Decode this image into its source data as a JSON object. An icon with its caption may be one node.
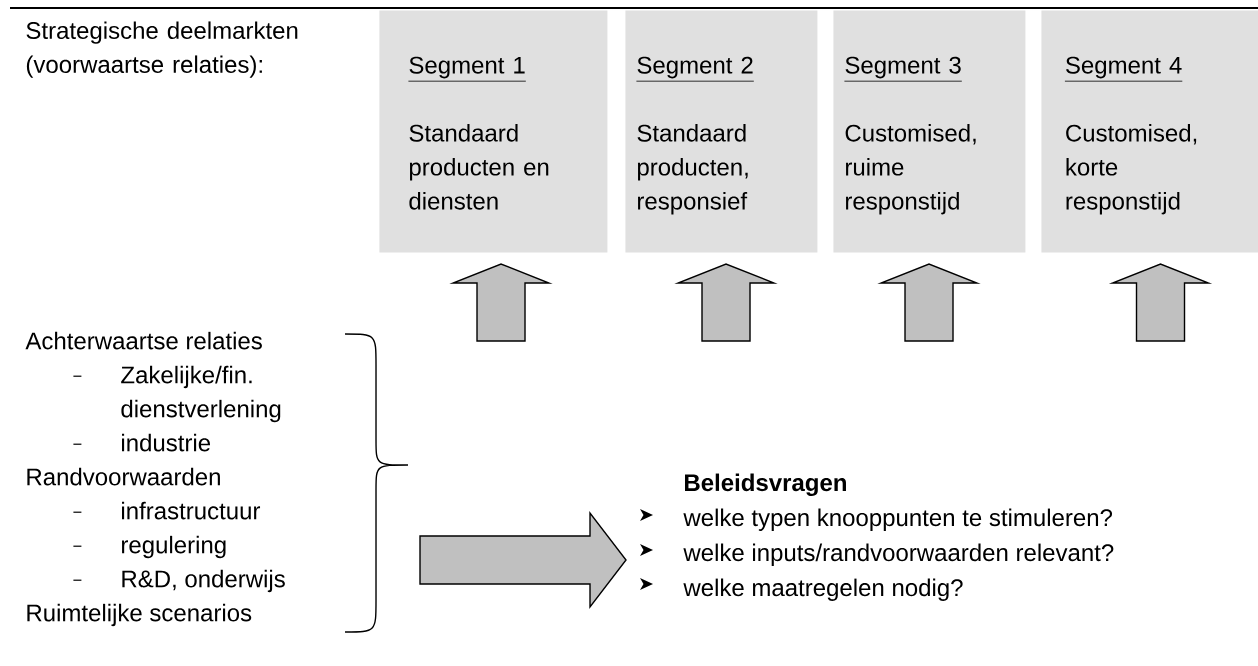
{
  "diagram": {
    "nodes": [
      {
        "text": [
          "Segment 1",
          "Standaard producten en diensten"
        ]
      },
      {
        "text": [
          "Segment 2",
          "Standaard producten, responsief"
        ]
      },
      {
        "text": [
          "Segment 3",
          "Customised, ruime responstijd"
        ]
      },
      {
        "text": [
          "Segment 4",
          "Customised, korte responstijd"
        ]
      },
      {
        "text": [
          "Achterwaartse relaties",
          "Zakelijke/fin. dienstverlening",
          "industrie",
          "Randvoorwaarden",
          "infrastructuur",
          "regulering",
          "R&D, onderwijs",
          "Ruimtelijke scenarios"
        ]
      },
      {
        "text": [
          "Beleidsvragen",
          "welke typen knooppunten te stimuleren?",
          "welke inputs/randvoorwaarden relevant?",
          "welke maatregelen nodig?"
        ]
      }
    ],
    "edges": [
      {
        "from": null,
        "to": 0,
        "arrow": "to"
      },
      {
        "from": null,
        "to": 1,
        "arrow": "to"
      },
      {
        "from": null,
        "to": 2,
        "arrow": "to"
      },
      {
        "from": null,
        "to": 3,
        "arrow": "to"
      },
      {
        "from": 4,
        "to": 5,
        "arrow": "to"
      }
    ],
    "labels": [
      "Strategische deelmarkten (voorwaartse relaties):"
    ]
  }
}
